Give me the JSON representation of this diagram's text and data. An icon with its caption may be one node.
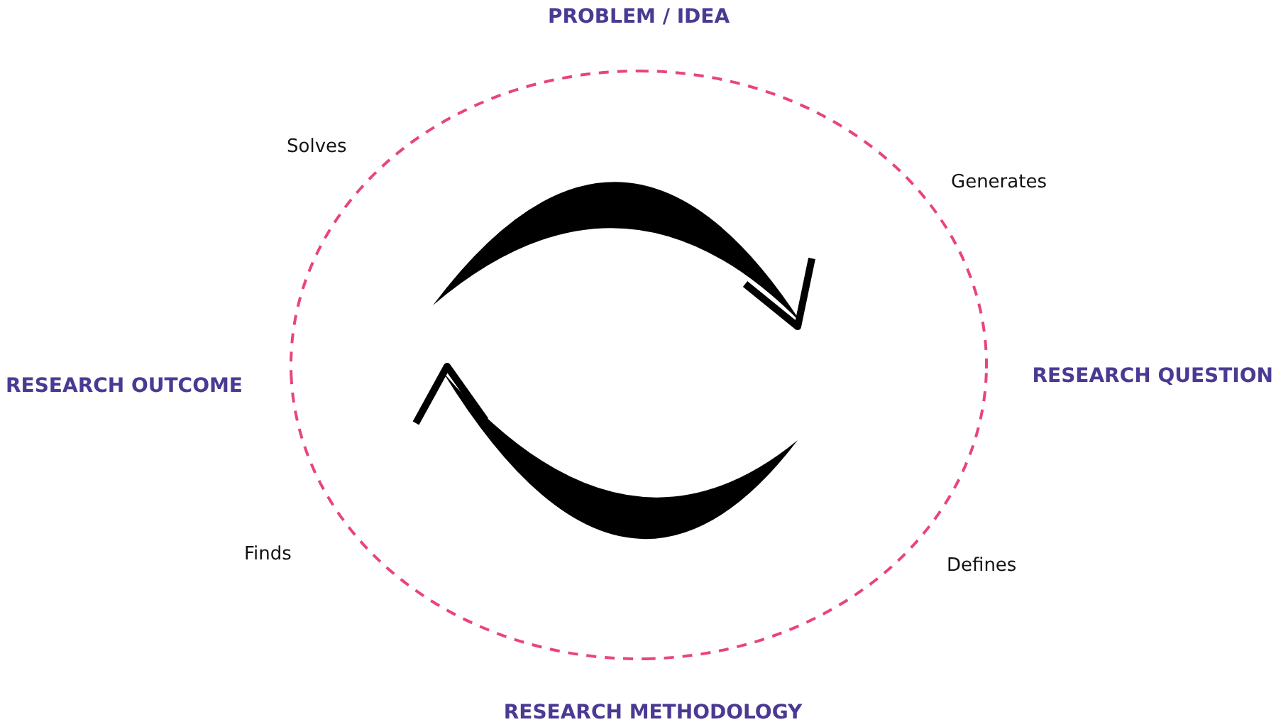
{
  "diagram": {
    "nodes": [
      {
        "text": [
          "PROBLEM / IDEA"
        ]
      },
      {
        "text": [
          "RESEARCH QUESTION"
        ]
      },
      {
        "text": [
          "RESEARCH METHODOLOGY"
        ]
      },
      {
        "text": [
          "RESEARCH OUTCOME"
        ]
      }
    ],
    "edges": [
      {
        "from": 0,
        "to": 1,
        "arrow": "none",
        "label": "Generates",
        "style": "dashed"
      },
      {
        "from": 1,
        "to": 2,
        "arrow": "none",
        "label": "Defines",
        "style": "dashed"
      },
      {
        "from": 2,
        "to": 3,
        "arrow": "none",
        "label": "Finds",
        "style": "dashed"
      },
      {
        "from": 3,
        "to": 0,
        "arrow": "none",
        "label": "Solves",
        "style": "dashed"
      }
    ]
  }
}
